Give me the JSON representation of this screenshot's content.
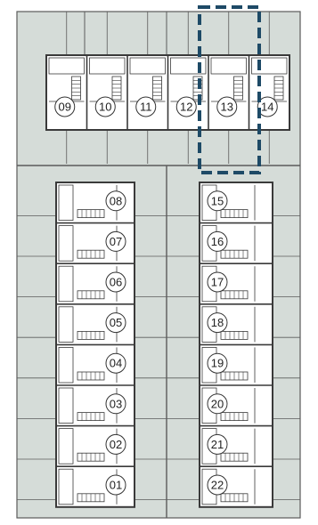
{
  "title": "",
  "colors": {
    "lot": "#d5dcd8",
    "building": "#ffffff",
    "wall": "#3a3a3a",
    "line": "#5b5b5b",
    "highlight": "#1e4a66"
  },
  "units": {
    "top_row": [
      "09",
      "10",
      "11",
      "12",
      "13",
      "14"
    ],
    "left_column": [
      "08",
      "07",
      "06",
      "05",
      "04",
      "03",
      "02",
      "01"
    ],
    "right_column": [
      "15",
      "16",
      "17",
      "18",
      "19",
      "20",
      "21",
      "22"
    ]
  },
  "highlighted_unit": "13"
}
